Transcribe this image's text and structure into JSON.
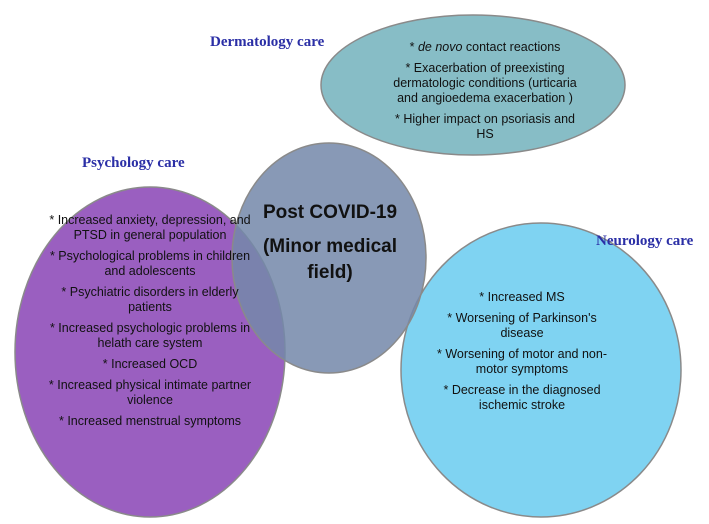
{
  "center": {
    "line1": "Post COVID-19",
    "line2": "(Minor medical",
    "line3": "field)"
  },
  "dermatology": {
    "title": "Dermatology care",
    "item1_italic": "de novo",
    "item1_rest": " contact reactions",
    "item2": "Exacerbation of preexisting dermatologic conditions (urticaria and angioedema exacerbation )",
    "item3": "Higher impact on psoriasis and HS"
  },
  "psychology": {
    "title": "Psychology care",
    "items": [
      "Increased anxiety, depression, and  PTSD in general population",
      "Psychological problems  in children and adolescents",
      "Psychiatric disorders  in elderly patients",
      "Increased  psychologic problems in helath care system",
      "Increased OCD",
      "Increased physical intimate partner violence",
      "Increased menstrual symptoms"
    ]
  },
  "neurology": {
    "title": "Neurology care",
    "items": [
      "Increased MS",
      "Worsening of Parkinson's disease",
      "Worsening of motor and non-motor symptoms",
      "Decrease in the diagnosed ischemic stroke"
    ]
  },
  "bullet": "* ",
  "colors": {
    "center": "#7588aa",
    "dermatology": "#87bdc6",
    "psychology": "#9a5fc0",
    "neurology": "#7fd3f2",
    "title": "#2b2fa6"
  }
}
